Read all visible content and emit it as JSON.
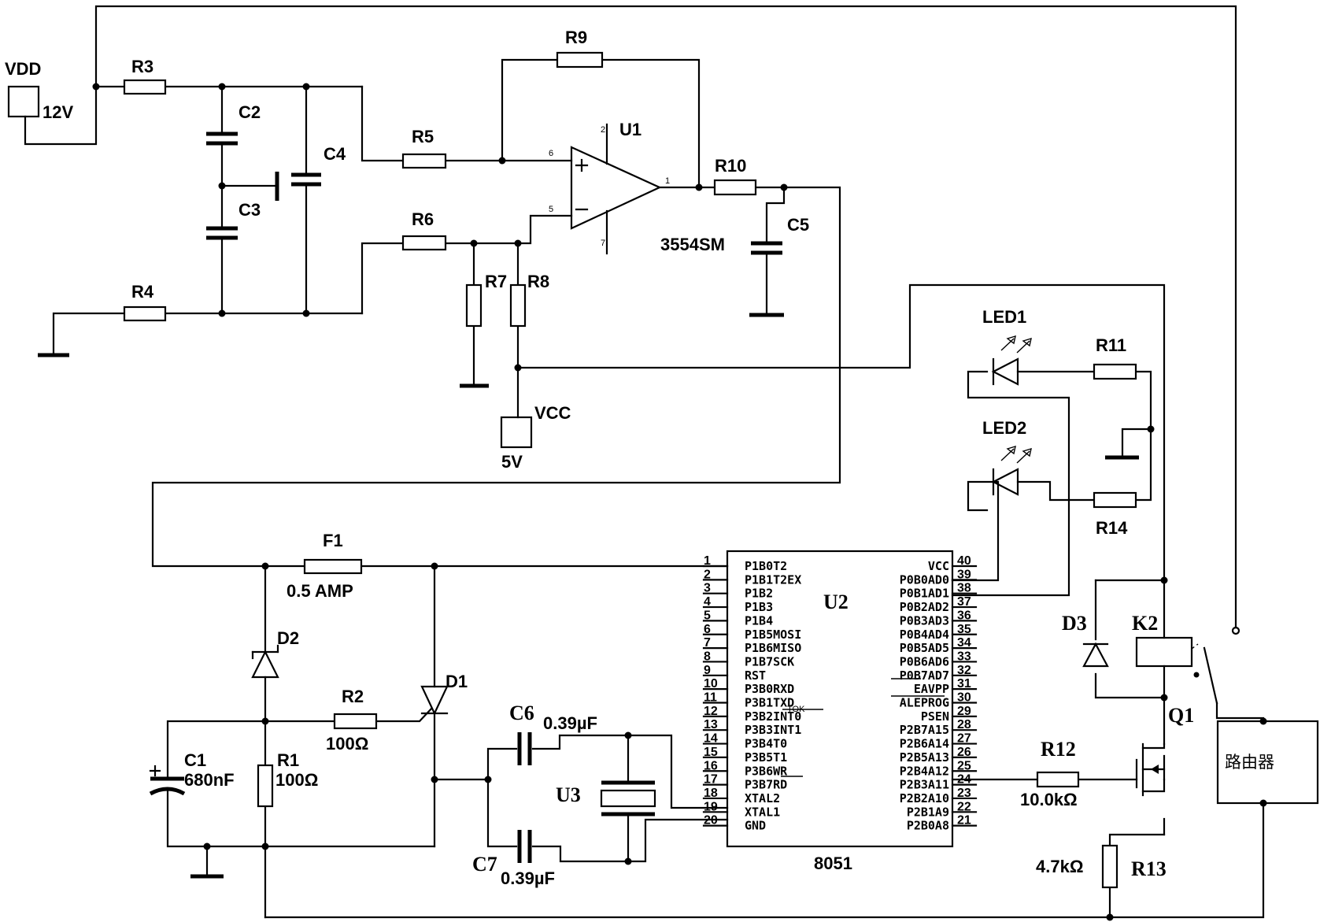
{
  "supply": {
    "vdd_name": "VDD",
    "vdd_value": "12V",
    "vcc_name": "VCC",
    "vcc_value": "5V"
  },
  "resistors": {
    "r1": "R1",
    "r1_value": "100Ω",
    "r2": "R2",
    "r2_value": "100Ω",
    "r3": "R3",
    "r4": "R4",
    "r5": "R5",
    "r6": "R6",
    "r7": "R7",
    "r8": "R8",
    "r9": "R9",
    "r10": "R10",
    "r11": "R11",
    "r12": "R12",
    "r12_value": "10.0kΩ",
    "r13": "R13",
    "r13_value": "4.7kΩ",
    "r14": "R14"
  },
  "capacitors": {
    "c1": "C1",
    "c1_value": "680nF",
    "c2": "C2",
    "c3": "C3",
    "c4": "C4",
    "c5": "C5",
    "c6": "C6",
    "c6_value": "0.39µF",
    "c7": "C7",
    "c7_value": "0.39µF"
  },
  "opamp": {
    "ref": "U1",
    "part": "3554SM",
    "pin_noninv": "6",
    "pin_inv": "5",
    "pin_out": "1",
    "pin_vp": "2",
    "pin_vn": "7"
  },
  "fuse": {
    "ref": "F1",
    "rating": "0.5  AMP"
  },
  "diodes": {
    "d1": "D1",
    "d2": "D2",
    "d3": "D3",
    "led1": "LED1",
    "led2": "LED2"
  },
  "crystal": {
    "ref": "U3"
  },
  "mcu": {
    "ref": "U2",
    "part": "8051",
    "left_pins": [
      {
        "num": "1",
        "name": "P1B0T2"
      },
      {
        "num": "2",
        "name": "P1B1T2EX"
      },
      {
        "num": "3",
        "name": "P1B2"
      },
      {
        "num": "4",
        "name": "P1B3"
      },
      {
        "num": "5",
        "name": "P1B4"
      },
      {
        "num": "6",
        "name": "P1B5MOSI"
      },
      {
        "num": "7",
        "name": "P1B6MISO"
      },
      {
        "num": "8",
        "name": "P1B7SCK"
      },
      {
        "num": "9",
        "name": "RST"
      },
      {
        "num": "10",
        "name": "P3B0RXD"
      },
      {
        "num": "11",
        "name": "P3B1TXD"
      },
      {
        "num": "12",
        "name": "P3B2INT0"
      },
      {
        "num": "13",
        "name": "P3B3INT1"
      },
      {
        "num": "14",
        "name": "P3B4T0"
      },
      {
        "num": "15",
        "name": "P3B5T1"
      },
      {
        "num": "16",
        "name": "P3B6WR"
      },
      {
        "num": "17",
        "name": "P3B7RD"
      },
      {
        "num": "18",
        "name": "XTAL2"
      },
      {
        "num": "19",
        "name": "XTAL1"
      },
      {
        "num": "20",
        "name": "GND"
      }
    ],
    "right_pins": [
      {
        "num": "40",
        "name": "VCC"
      },
      {
        "num": "39",
        "name": "P0B0AD0"
      },
      {
        "num": "38",
        "name": "P0B1AD1"
      },
      {
        "num": "37",
        "name": "P0B2AD2"
      },
      {
        "num": "36",
        "name": "P0B3AD3"
      },
      {
        "num": "35",
        "name": "P0B4AD4"
      },
      {
        "num": "34",
        "name": "P0B5AD5"
      },
      {
        "num": "33",
        "name": "P0B6AD6"
      },
      {
        "num": "32",
        "name": "P0B7AD7"
      },
      {
        "num": "31",
        "name": "EAVPP"
      },
      {
        "num": "30",
        "name": "ALEPROG"
      },
      {
        "num": "29",
        "name": "PSEN"
      },
      {
        "num": "28",
        "name": "P2B7A15"
      },
      {
        "num": "27",
        "name": "P2B6A14"
      },
      {
        "num": "26",
        "name": "P2B5A13"
      },
      {
        "num": "25",
        "name": "P2B4A12"
      },
      {
        "num": "24",
        "name": "P2B3A11"
      },
      {
        "num": "23",
        "name": "P2B2A10"
      },
      {
        "num": "22",
        "name": "P2B1A9"
      },
      {
        "num": "21",
        "name": "P2B0A8"
      }
    ],
    "extra": "TOK"
  },
  "relay": {
    "ref": "K2"
  },
  "transistor": {
    "ref": "Q1"
  },
  "router": {
    "label": "路由器"
  }
}
